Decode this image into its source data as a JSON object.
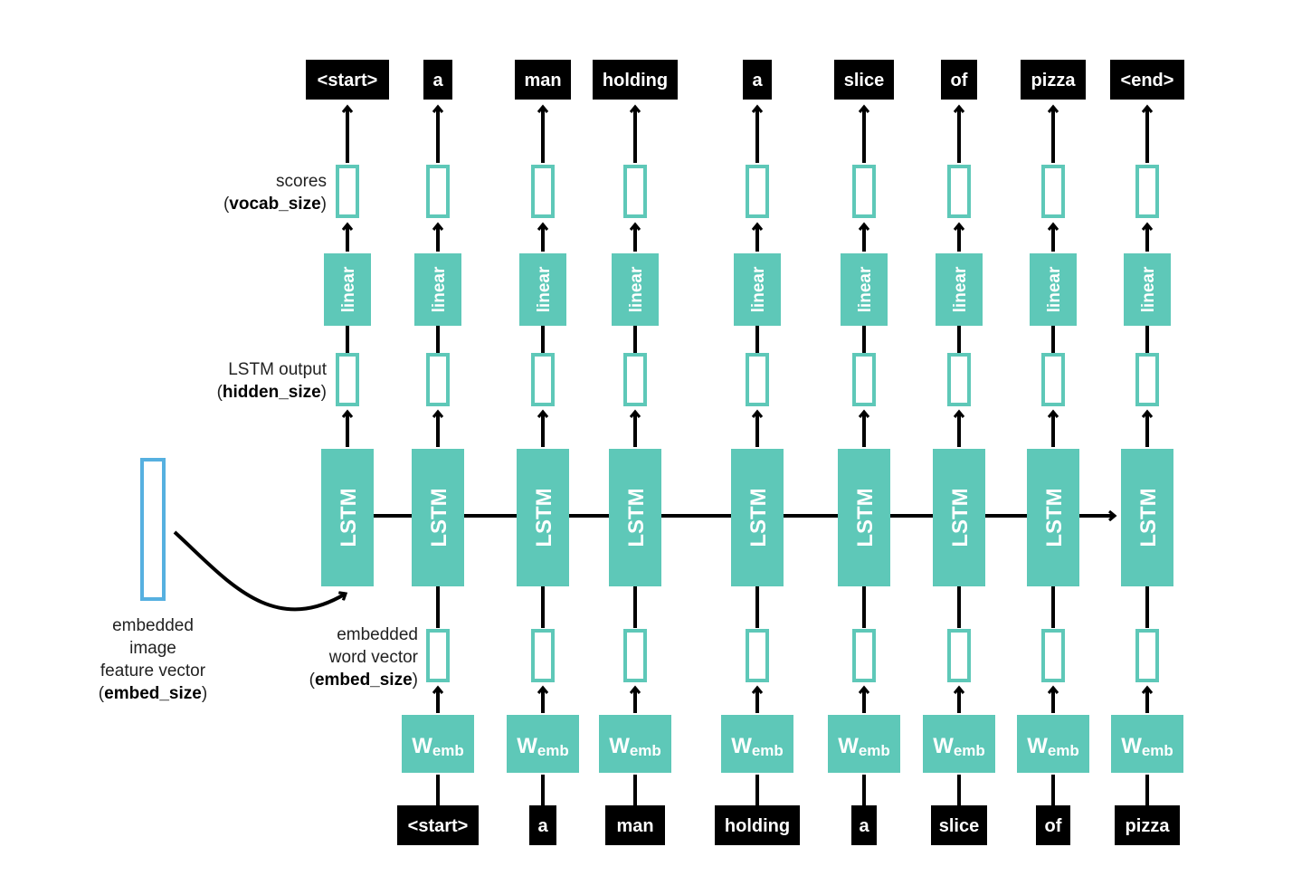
{
  "output_words": [
    "<start>",
    "a",
    "man",
    "holding",
    "a",
    "slice",
    "of",
    "pizza",
    "<end>"
  ],
  "input_words": [
    "<start>",
    "a",
    "man",
    "holding",
    "a",
    "slice",
    "of",
    "pizza"
  ],
  "block_labels": {
    "linear": "linear",
    "lstm": "LSTM",
    "wemb_main": "W",
    "wemb_sub": "emb"
  },
  "labels": {
    "scores": {
      "line1": "scores",
      "open": "(",
      "bold": "vocab_size",
      "close": ")"
    },
    "lstm_output": {
      "line1": "LSTM output",
      "open": "(",
      "bold": "hidden_size",
      "close": ")"
    },
    "word_vector": {
      "line1": "embedded",
      "line2": "word vector",
      "open": "(",
      "bold": "embed_size",
      "close": ")"
    },
    "image_vector": {
      "line1": "embedded",
      "line2": "image",
      "line3": "feature vector",
      "open": "(",
      "bold": "embed_size",
      "close": ")"
    }
  },
  "colors": {
    "teal": "#5ec8b8",
    "image_vector_outline": "#56b0e0",
    "word_box": "#000000",
    "arrows": "#000000"
  }
}
